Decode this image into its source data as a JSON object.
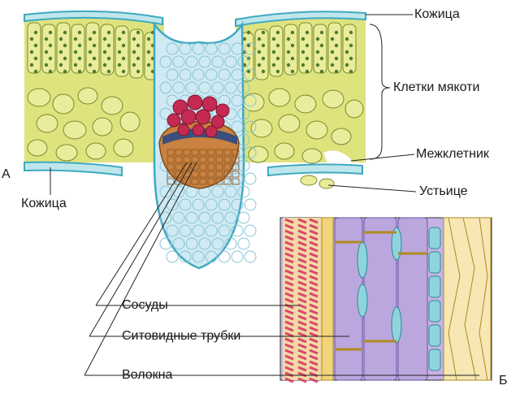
{
  "labels": {
    "epidermis_top": "Кожица",
    "mesophyll": "Клетки мякоти",
    "intercellular": "Межклетник",
    "stoma": "Устьице",
    "panel_a": "А",
    "epidermis_left": "Кожица",
    "vessels": "Сосуды",
    "sieve_tubes": "Ситовидные трубки",
    "fibers": "Волокна",
    "panel_b": "Б"
  },
  "colors": {
    "epidermis": "#bfe6ec",
    "epidermis_edge": "#3fa9c0",
    "mesophyll_fill": "#e4e68a",
    "chloroplast": "#4f7a2e",
    "bundle_sheath": "#cfeaf2",
    "xylem": "#c42a52",
    "phloem_dark": "#3d4f7d",
    "phloem": "#c9823f",
    "vessel_wall": "#d9476a",
    "fiber": "#f2d47a",
    "sieve_tube": "#bba7dd"
  }
}
